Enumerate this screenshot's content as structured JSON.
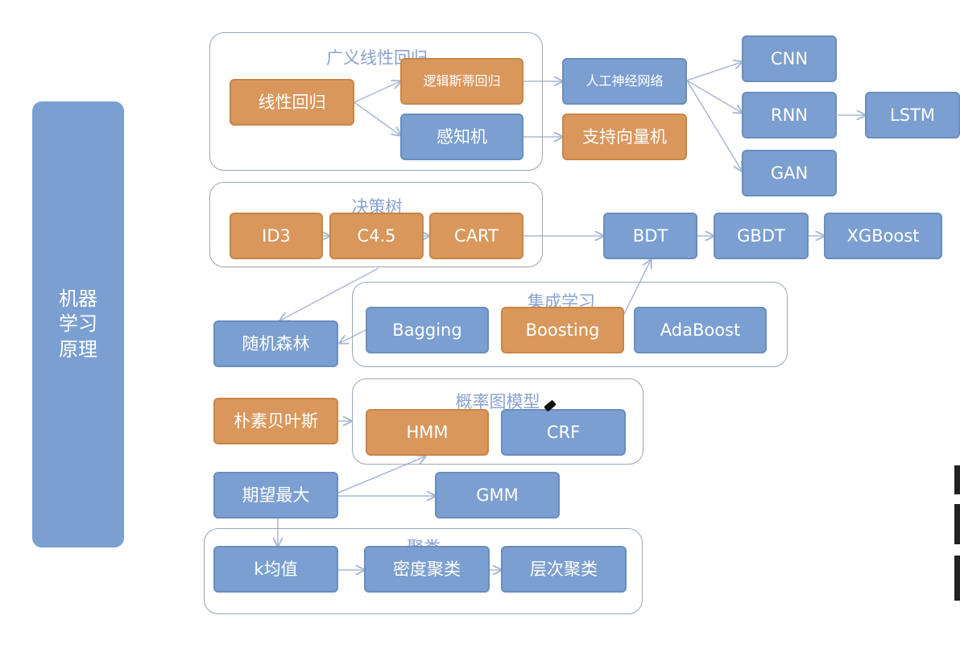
{
  "sidebar": {
    "title": "机器学习原理"
  },
  "groups": {
    "glm": "广义线性回归",
    "tree": "决策树",
    "ensemble": "集成学习",
    "prob": "概率图模型",
    "cluster": "聚类"
  },
  "nodes": {
    "linear": "线性回归",
    "logistic": "逻辑斯蒂回归",
    "perceptron": "感知机",
    "ann": "人工神经网络",
    "svm": "支持向量机",
    "cnn": "CNN",
    "rnn": "RNN",
    "gan": "GAN",
    "lstm": "LSTM",
    "id3": "ID3",
    "c45": "C4.5",
    "cart": "CART",
    "bdt": "BDT",
    "gbdt": "GBDT",
    "xgboost": "XGBoost",
    "rf": "随机森林",
    "bagging": "Bagging",
    "boosting": "Boosting",
    "adaboost": "AdaBoost",
    "nb": "朴素贝叶斯",
    "hmm": "HMM",
    "crf": "CRF",
    "em": "期望最大",
    "gmm": "GMM",
    "kmeans": "k均值",
    "density": "密度聚类",
    "hier": "层次聚类"
  },
  "colors": {
    "blue": "#7b9fd0",
    "orange": "#d9975c",
    "group_border": "#9aa6b8",
    "group_label": "#8aa2cf",
    "arrow": "#a9b8d4"
  }
}
